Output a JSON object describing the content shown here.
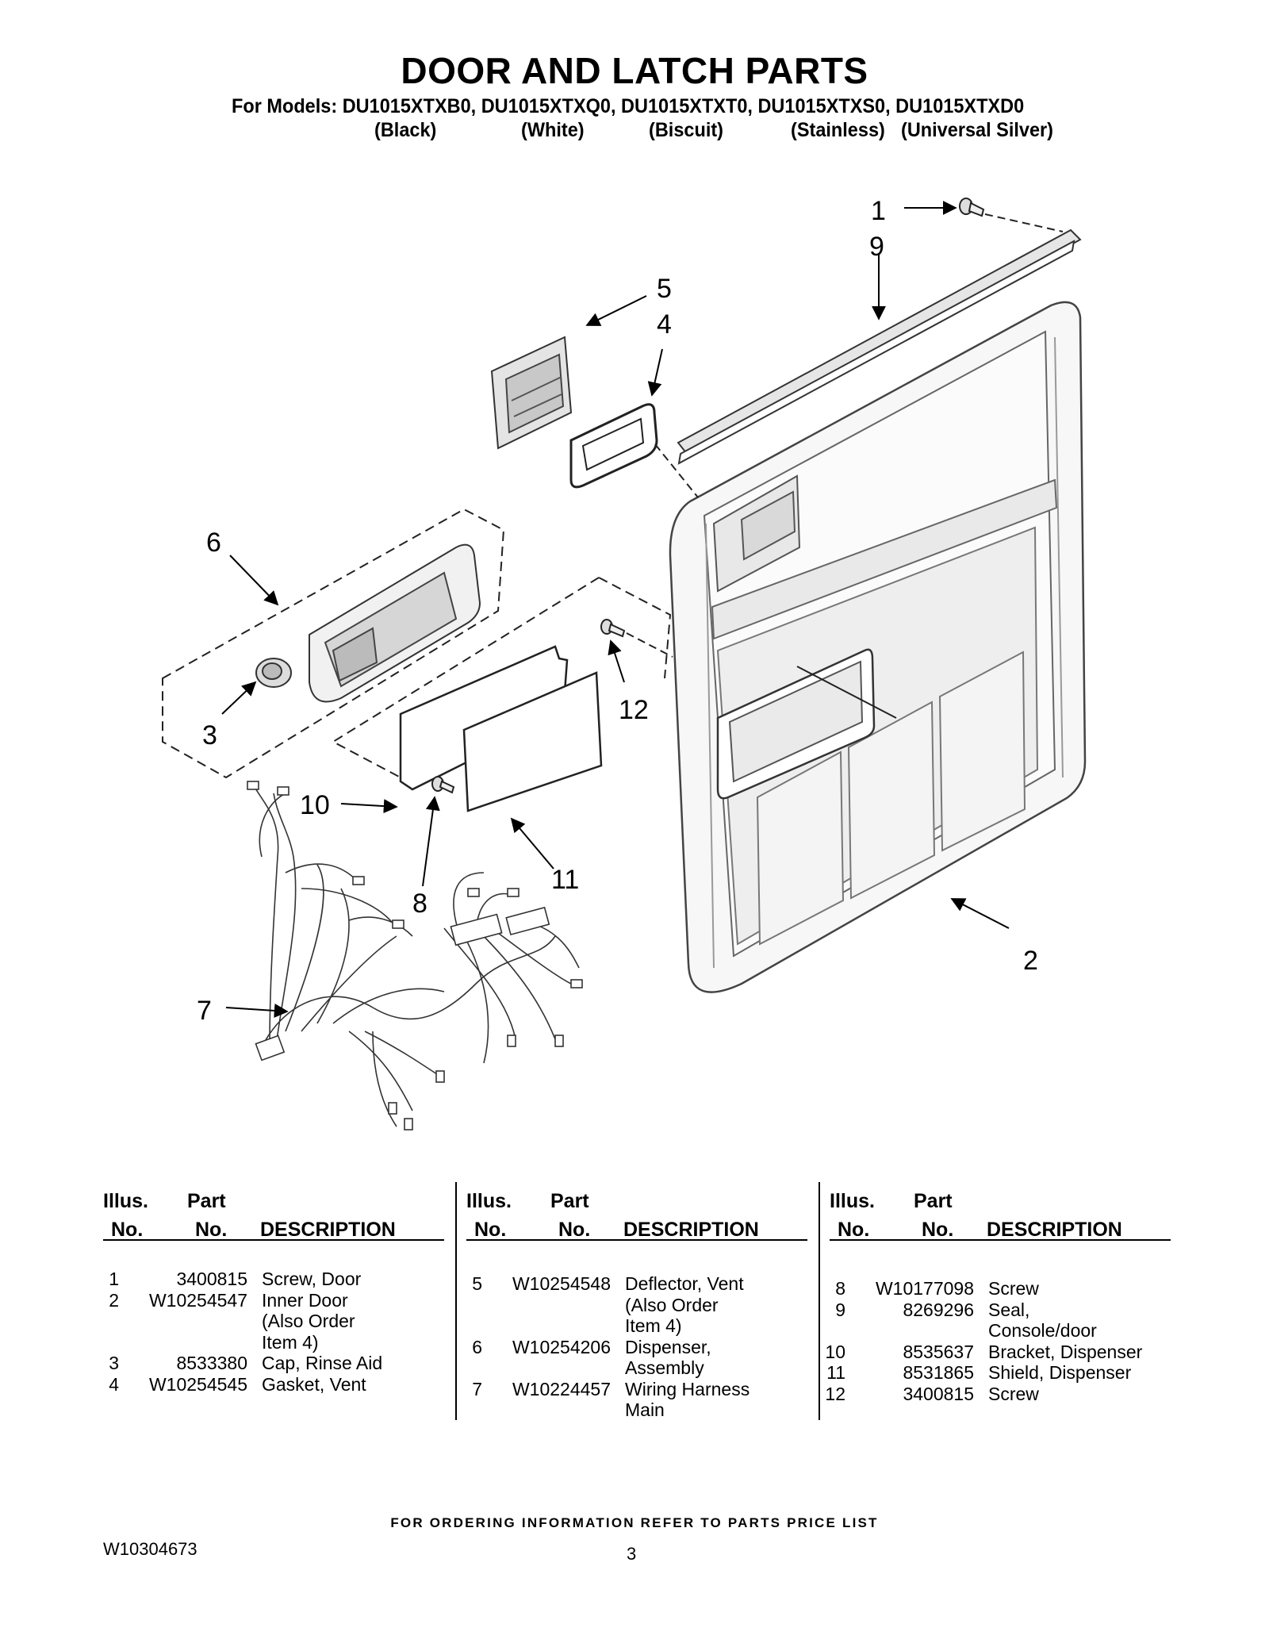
{
  "title": "DOOR AND LATCH PARTS",
  "models_line": "For Models: DU1015XTXB0, DU1015XTXQ0, DU1015XTXT0, DU1015XTXS0, DU1015XTXD0",
  "colors": [
    "(Black)",
    "(White)",
    "(Biscuit)",
    "(Stainless)",
    "(Universal Silver)"
  ],
  "callouts": [
    "1",
    "9",
    "5",
    "4",
    "6",
    "3",
    "12",
    "10",
    "11",
    "8",
    "2",
    "7"
  ],
  "table_headers": {
    "illus_line1": "Illus.",
    "illus_line2": "No.",
    "part_line1": "Part",
    "part_line2": "No.",
    "description": "DESCRIPTION"
  },
  "parts_columns": [
    [
      {
        "illus": "1",
        "part": "3400815",
        "desc": [
          "Screw, Door"
        ]
      },
      {
        "illus": "2",
        "part": "W10254547",
        "desc": [
          "Inner Door",
          "(Also Order",
          "Item 4)"
        ]
      },
      {
        "illus": "3",
        "part": "8533380",
        "desc": [
          "Cap, Rinse Aid"
        ]
      },
      {
        "illus": "4",
        "part": "W10254545",
        "desc": [
          "Gasket, Vent"
        ]
      }
    ],
    [
      {
        "illus": "5",
        "part": "W10254548",
        "desc": [
          "Deflector, Vent",
          "(Also Order",
          "Item 4)"
        ]
      },
      {
        "illus": "6",
        "part": "W10254206",
        "desc": [
          "Dispenser,",
          "Assembly"
        ]
      },
      {
        "illus": "7",
        "part": "W10224457",
        "desc": [
          "Wiring Harness",
          "Main"
        ]
      }
    ],
    [
      {
        "illus": "8",
        "part": "W10177098",
        "desc": [
          "Screw"
        ]
      },
      {
        "illus": "9",
        "part": "8269296",
        "desc": [
          "Seal,",
          "Console/door"
        ]
      },
      {
        "illus": "10",
        "part": "8535637",
        "desc": [
          "Bracket, Dispenser"
        ]
      },
      {
        "illus": "11",
        "part": "8531865",
        "desc": [
          "Shield, Dispenser"
        ]
      },
      {
        "illus": "12",
        "part": "3400815",
        "desc": [
          "Screw"
        ]
      }
    ]
  ],
  "footer_note": "FOR ORDERING INFORMATION REFER TO PARTS PRICE LIST",
  "doc_id": "W10304673",
  "page_number": "3"
}
